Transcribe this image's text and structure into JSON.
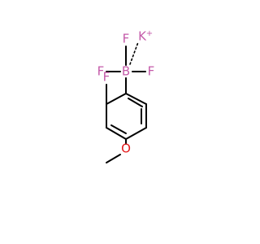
{
  "molecule": {
    "colors": {
      "bond": "#000000",
      "fluorine": "#c45aa9",
      "boron": "#c45aa9",
      "potassium": "#c45aa9",
      "oxygen": "#e41a1c"
    },
    "labels": {
      "potassium": "K",
      "potassium_charge": "+",
      "boron": "B",
      "fluorine_top": "F",
      "fluorine_left": "F",
      "fluorine_right": "F",
      "fluorine_ring": "F",
      "oxygen": "O"
    }
  }
}
